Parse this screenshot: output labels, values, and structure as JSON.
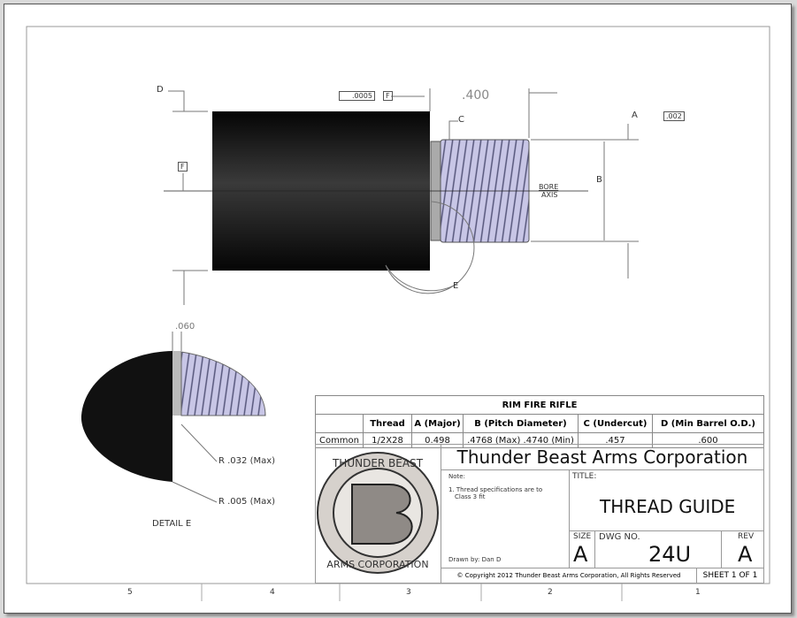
{
  "drawing": {
    "dims": {
      "d": "D",
      "tol_flat": ".0005",
      "datum_f": "F",
      "len": ".400",
      "c": "C",
      "a": "A",
      "tol_runout": ".002",
      "b": "B",
      "bore": "BORE",
      "axis": "AXIS",
      "e": "E"
    },
    "detail": {
      "width": ".060",
      "r1": "R .032 (Max)",
      "r2": "R .005 (Max)",
      "label": "DETAIL E"
    },
    "zones": [
      "5",
      "4",
      "3",
      "2",
      "1"
    ]
  },
  "table": {
    "title": "RIM FIRE RIFLE",
    "headers": [
      "",
      "Thread",
      "A (Major)",
      "B (Pitch Diameter)",
      "C (Undercut)",
      "D (Min Barrel O.D.)"
    ],
    "rows": [
      [
        "Common",
        "1/2X28",
        "0.498",
        ".4768 (Max) .4740 (Min)",
        ".457",
        ".600"
      ]
    ]
  },
  "title_block": {
    "logo_text": "THUNDER BEAST ARMS CORPORATION",
    "company": "Thunder Beast Arms Corporation",
    "note_label": "Note:",
    "note_1": "1. Thread specifications are to",
    "note_1b": "Class 3 fit",
    "drawn_by": "Drawn by: Dan D",
    "title_label": "TITLE:",
    "title": "THREAD GUIDE",
    "size_label": "SIZE",
    "size": "A",
    "dwg_label": "DWG NO.",
    "dwg": "24U",
    "rev_label": "REV",
    "rev": "A",
    "copyright": "© Copyright 2012 Thunder Beast Arms Corporation, All Rights Reserved",
    "sheet": "SHEET 1 OF 1"
  }
}
